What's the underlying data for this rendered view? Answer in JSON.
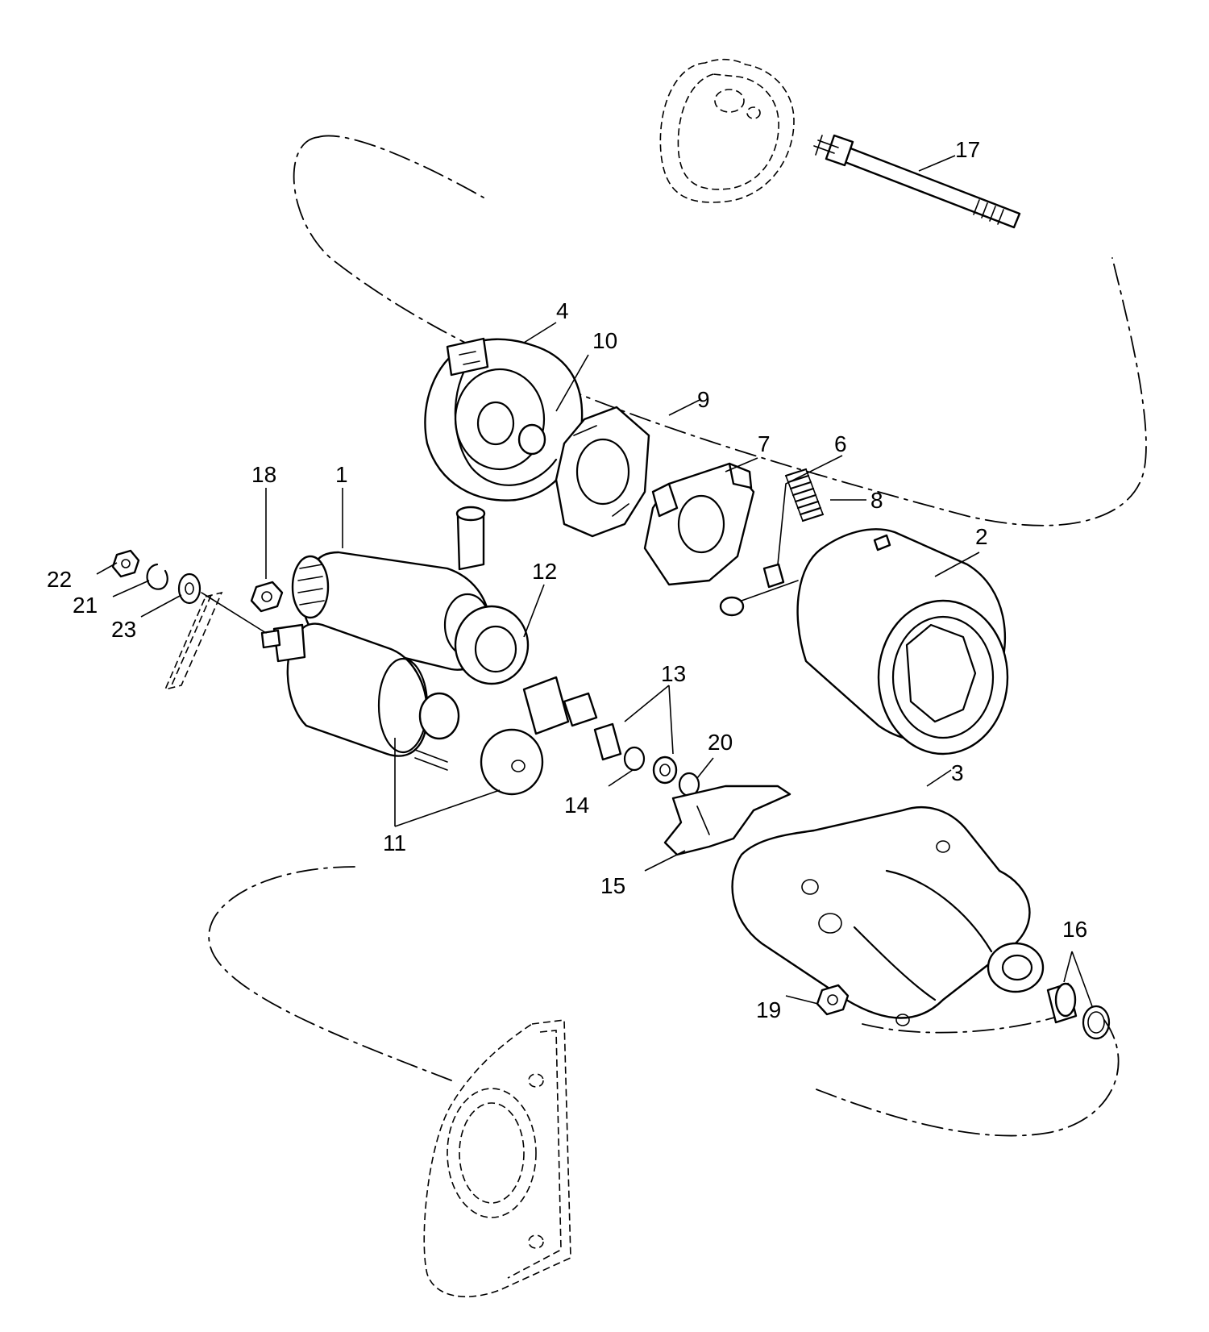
{
  "callouts": {
    "c1": "1",
    "c2": "2",
    "c3": "3",
    "c4": "4",
    "c6": "6",
    "c7": "7",
    "c8": "8",
    "c9": "9",
    "c10": "10",
    "c11": "11",
    "c12": "12",
    "c13": "13",
    "c14": "14",
    "c15": "15",
    "c16": "16",
    "c17": "17",
    "c18": "18",
    "c19": "19",
    "c20": "20",
    "c21": "21",
    "c22": "22",
    "c23": "23"
  }
}
